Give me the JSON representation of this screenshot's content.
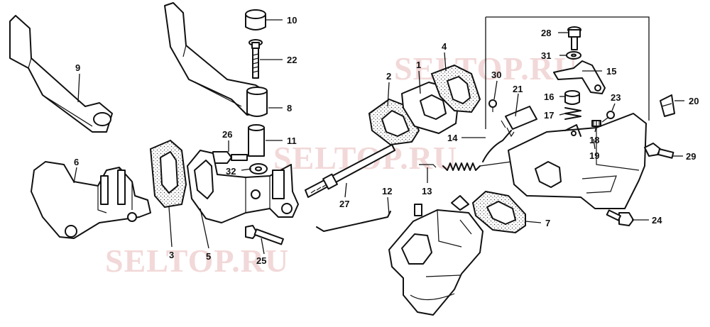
{
  "watermark_text": "SELTOP.RU",
  "callouts": {
    "n1": "1",
    "n2": "2",
    "n3": "3",
    "n4": "4",
    "n5": "5",
    "n6": "6",
    "n7": "7",
    "n8": "8",
    "n9": "9",
    "n10": "10",
    "n11": "11",
    "n12": "12",
    "n13": "13",
    "n14": "14",
    "n15": "15",
    "n16": "16",
    "n17": "17",
    "n18": "18",
    "n19": "19",
    "n20": "20",
    "n21": "21",
    "n22": "22",
    "n23": "23",
    "n24": "24",
    "n25": "25",
    "n26": "26",
    "n27": "27",
    "n28": "28",
    "n29": "29",
    "n30": "30",
    "n31": "31",
    "n32": "32"
  },
  "colors": {
    "line": "#111111",
    "watermark": "#e9b9b9",
    "background": "#ffffff"
  }
}
